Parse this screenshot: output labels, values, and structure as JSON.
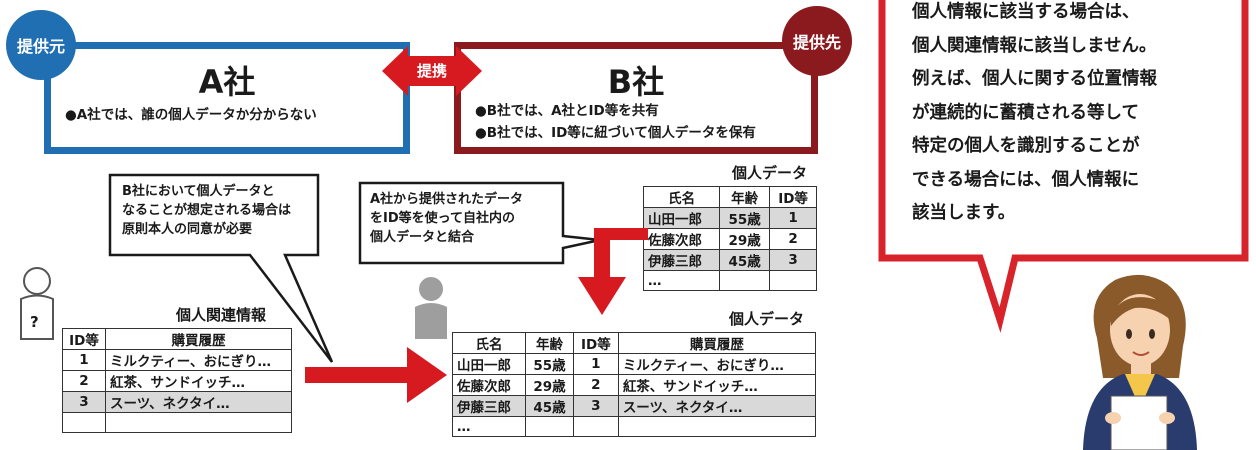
{
  "provider": {
    "badge": "提供元",
    "name": "A社",
    "lines": [
      "●A社では、誰の個人データか分からない"
    ]
  },
  "recipient": {
    "badge": "提供先",
    "name": "B社",
    "lines": [
      "●B社では、A社とID等を共有",
      "●B社では、ID等に紐づいて個人データを保有"
    ]
  },
  "link_label": "提携",
  "callout_left": [
    "B社において個人データと",
    "なることが想定される場合は",
    "原則本人の同意が必要"
  ],
  "callout_mid": [
    "A社から提供されたデータ",
    "をID等を使って自社内の",
    "個人データと結合"
  ],
  "unknown_person_mark": "?",
  "related_table": {
    "caption": "個人関連情報",
    "headers": [
      "ID等",
      "購買履歴"
    ],
    "rows": [
      [
        "1",
        "ミルクティー、おにぎり…"
      ],
      [
        "2",
        "紅茶、サンドイッチ…"
      ],
      [
        "3",
        "スーツ、ネクタイ…"
      ],
      [
        "",
        ""
      ]
    ]
  },
  "personal_table_top": {
    "caption": "個人データ",
    "headers": [
      "氏名",
      "年齢",
      "ID等"
    ],
    "rows": [
      [
        "山田一郎",
        "55歳",
        "1"
      ],
      [
        "佐藤次郎",
        "29歳",
        "2"
      ],
      [
        "伊藤三郎",
        "45歳",
        "3"
      ],
      [
        "…",
        "",
        ""
      ]
    ]
  },
  "personal_table_bottom": {
    "caption": "個人データ",
    "headers": [
      "氏名",
      "年齢",
      "ID等",
      "購買履歴"
    ],
    "rows": [
      [
        "山田一郎",
        "55歳",
        "1",
        "ミルクティー、おにぎり…"
      ],
      [
        "佐藤次郎",
        "29歳",
        "2",
        "紅茶、サンドイッチ…"
      ],
      [
        "伊藤三郎",
        "45歳",
        "3",
        "スーツ、ネクタイ…"
      ],
      [
        "…",
        "",
        "",
        ""
      ]
    ]
  },
  "speech_bubble": [
    "個人情報に該当する場合は、",
    "個人関連情報に該当しません。",
    "例えば、個人に関する位置情報",
    "が連続的に蓄積される等して",
    "特定の個人を識別することが",
    "できる場合には、個人情報に",
    "該当します。"
  ],
  "colors": {
    "blue": "#1f6fb2",
    "red": "#8b1a1f",
    "arrow_red": "#d71920",
    "bubble_red": "#d8232a"
  }
}
